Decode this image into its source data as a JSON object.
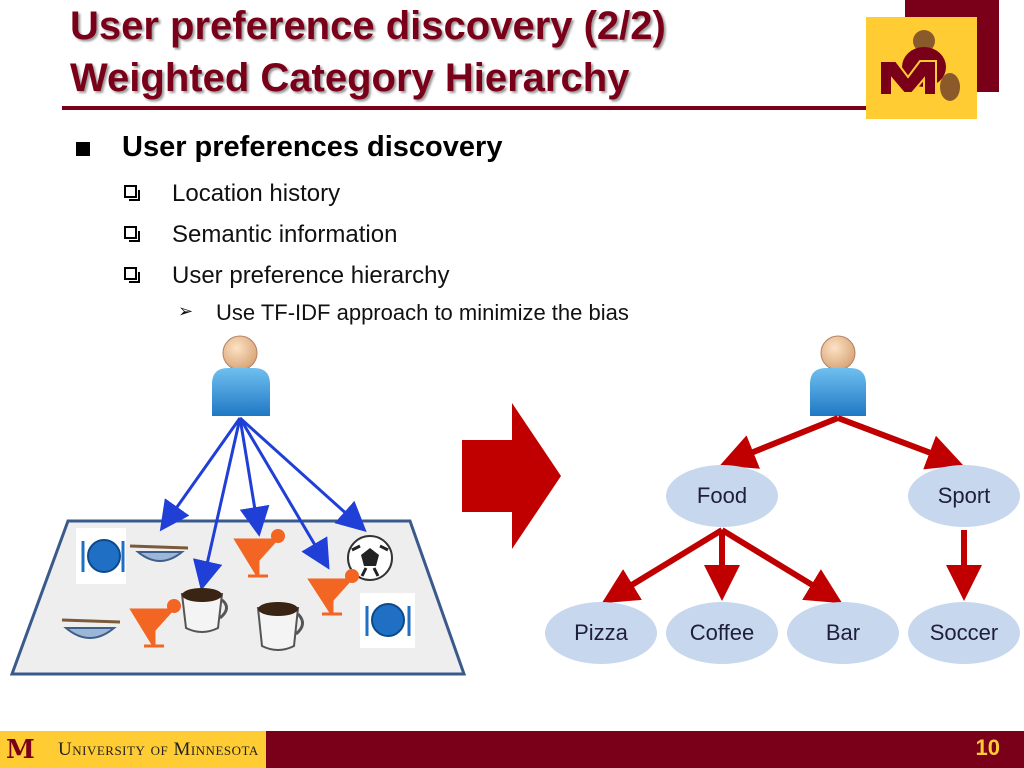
{
  "slide": {
    "title_line1": "User preference discovery (2/2)",
    "title_line2": "Weighted Category Hierarchy",
    "page_number": "10"
  },
  "bullets": {
    "level1": "User preferences discovery",
    "level2": [
      "Location history",
      "Semantic information",
      "User preference hierarchy"
    ],
    "level3": "Use TF-IDF approach to minimize the bias"
  },
  "hierarchy": {
    "top": [
      {
        "label": "Food"
      },
      {
        "label": "Sport"
      }
    ],
    "leaves": [
      {
        "label": "Pizza"
      },
      {
        "label": "Coffee"
      },
      {
        "label": "Bar"
      },
      {
        "label": "Soccer"
      }
    ]
  },
  "footer": {
    "logo_letter": "M",
    "university": "University of Minnesota"
  },
  "colors": {
    "maroon": "#7a0019",
    "gold": "#ffcc33",
    "arrow_blue": "#1f3fd6",
    "arrow_red": "#c00000",
    "node_fill": "#c7d7ee"
  },
  "icons": [
    "user-icon",
    "plate-icon",
    "bowl-icon",
    "cocktail-icon",
    "coffee-cup-icon",
    "soccer-ball-icon",
    "mascot-logo-icon"
  ]
}
